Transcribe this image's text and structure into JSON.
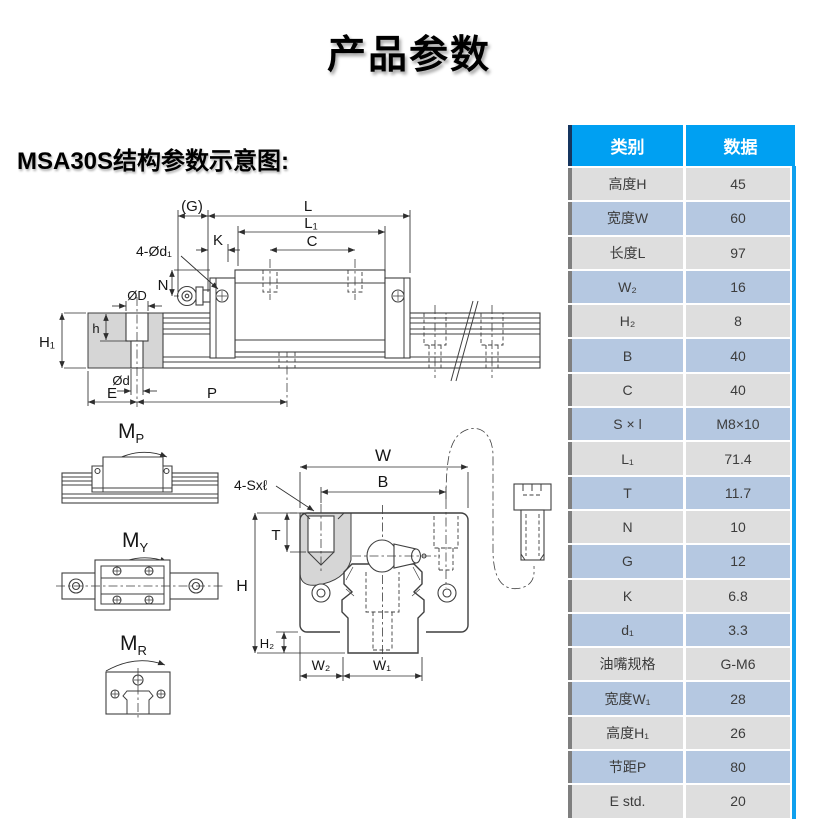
{
  "page": {
    "title": "产品参数",
    "subtitle": "MSA30S结构参数示意图:"
  },
  "table": {
    "headers": [
      "类别",
      "数据"
    ],
    "rows": [
      {
        "label": "高度H",
        "value": "45"
      },
      {
        "label": "宽度W",
        "value": "60"
      },
      {
        "label": "长度L",
        "value": "97"
      },
      {
        "label": "W₂",
        "value": "16"
      },
      {
        "label": "H₂",
        "value": "8"
      },
      {
        "label": "B",
        "value": "40"
      },
      {
        "label": "C",
        "value": "40"
      },
      {
        "label": "S × l",
        "value": "M8×10"
      },
      {
        "label": "L₁",
        "value": "71.4"
      },
      {
        "label": "T",
        "value": "11.7"
      },
      {
        "label": "N",
        "value": "10"
      },
      {
        "label": "G",
        "value": "12"
      },
      {
        "label": "K",
        "value": "6.8"
      },
      {
        "label": "d₁",
        "value": "3.3"
      },
      {
        "label": "油嘴规格",
        "value": "G-M6"
      },
      {
        "label": "宽度W₁",
        "value": "28"
      },
      {
        "label": "高度H₁",
        "value": "26"
      },
      {
        "label": "节距P",
        "value": "80"
      },
      {
        "label": "E std.",
        "value": "20"
      }
    ],
    "colors": {
      "header_bg": "#00A0F2",
      "header_text": "#FFFFFF",
      "header_edge": "#15355F",
      "row_gray": "#DEDEDE",
      "row_blue": "#B5C8E1",
      "row_edge": "#7F7F7F",
      "right_strip": "#0FA0EE",
      "text": "#3C3C3C"
    }
  },
  "diagram": {
    "side_view": {
      "labels": {
        "G": "(G)",
        "L": "L",
        "L1": "L₁",
        "C": "C",
        "K": "K",
        "holes": "4-Ød₁",
        "N": "N",
        "OD": "ØD",
        "h": "h",
        "H1": "H₁",
        "od": "Ød",
        "E": "E",
        "P": "P"
      }
    },
    "front_view": {
      "labels": {
        "W": "W",
        "B": "B",
        "screws": "4-Sxℓ",
        "T": "T",
        "H": "H",
        "H2": "H₂",
        "W2": "W₂",
        "W1": "W₁"
      }
    },
    "moments": [
      {
        "main": "M",
        "sub": "P"
      },
      {
        "main": "M",
        "sub": "Y"
      },
      {
        "main": "M",
        "sub": "R"
      }
    ]
  }
}
